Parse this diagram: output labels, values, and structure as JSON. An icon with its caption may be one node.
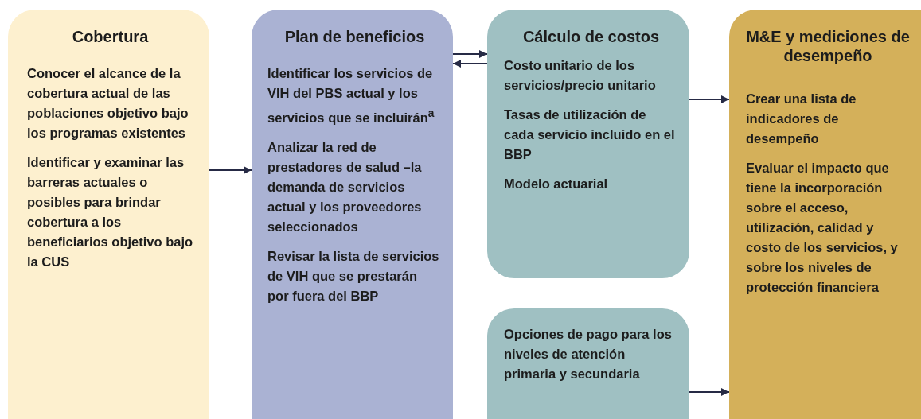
{
  "diagram": {
    "nodes": [
      {
        "text": [
          "Cobertura",
          "Conocer el alcance de la cobertura actual de las poblaciones objetivo bajo los programas existentes",
          "Identificar y examinar las barreras actuales o posibles para brindar cobertura a los beneficiarios objetivo bajo la CUS"
        ]
      },
      {
        "text": [
          "Plan de beneficios",
          "Identificar los servicios de VIH del PBS actual y los servicios que se incluirán$^{a}$",
          "Analizar la red de prestadores de salud –la demanda de servicios actual y los proveedores seleccionados",
          "Revisar la lista de servicios de VIH que se prestarán por fuera del BBP"
        ]
      },
      {
        "text": [
          "Cálculo de costos",
          "Costo unitario de los servicios/precio unitario",
          "Tasas de utilización de cada servicio incluido en el BBP",
          "Modelo actuarial"
        ]
      },
      {
        "text": [
          "Opciones de pago para los niveles de atención primaria y secundaria"
        ]
      },
      {
        "text": [
          "M&E y mediciones de desempeño",
          "Crear una lista de indicadores de desempeño",
          "Evaluar el impacto que tiene la incorporación sobre el acceso, utilización, calidad y costo de los servicios, y sobre los niveles de protección financiera"
        ]
      }
    ],
    "edges": [
      {
        "from": 0,
        "to": 1,
        "arrow": "to"
      },
      {
        "from": 1,
        "to": 2,
        "arrow": "to"
      },
      {
        "from": 2,
        "to": 1,
        "arrow": "to"
      },
      {
        "from": 2,
        "to": 4,
        "arrow": "to"
      },
      {
        "from": 3,
        "to": 4,
        "arrow": "to"
      }
    ]
  }
}
